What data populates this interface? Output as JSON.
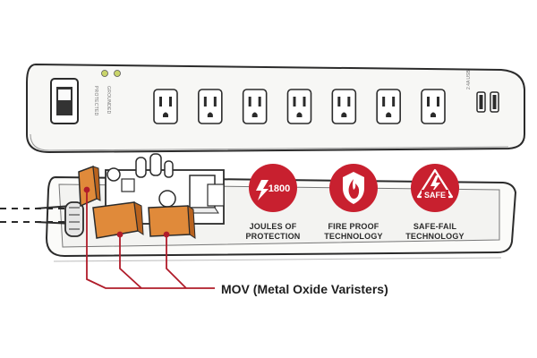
{
  "strip": {
    "indicator_protected": "PROTECTED",
    "indicator_grounded": "GROUNDED",
    "usb_label": "2.4A USB",
    "outlet_count": 7,
    "usb_port_count": 2
  },
  "badges": [
    {
      "icon": "lightning-1800-icon",
      "icon_text": "1800",
      "line1": "JOULES OF",
      "line2": "PROTECTION"
    },
    {
      "icon": "flame-shield-icon",
      "icon_text": "",
      "line1": "FIRE PROOF",
      "line2": "TECHNOLOGY"
    },
    {
      "icon": "safe-warning-icon",
      "icon_text": "SAFE",
      "line1": "SAFE-FAIL",
      "line2": "TECHNOLOGY"
    }
  ],
  "callout": {
    "label": "MOV (Metal Oxide Varisters)"
  },
  "colors": {
    "badge_red": "#c8202f",
    "mov_orange": "#e08a3a",
    "callout_line": "#b01c2a",
    "outline": "#2b2b2b"
  }
}
